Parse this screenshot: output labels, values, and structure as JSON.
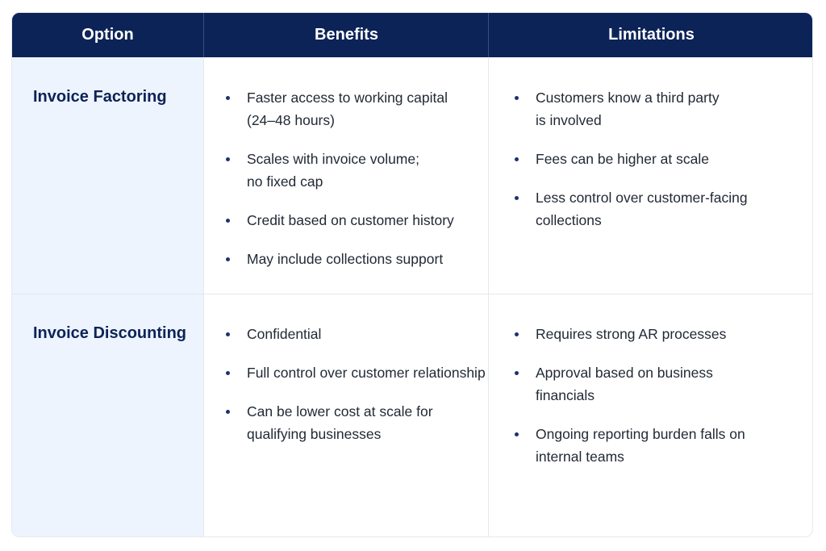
{
  "header": {
    "option_label": "Option",
    "benefits_label": "Benefits",
    "limitations_label": "Limitations"
  },
  "rows": [
    {
      "option": "Invoice Factoring",
      "benefits": [
        [
          "Faster access to working capital",
          "(24–48 hours)"
        ],
        [
          "Scales with invoice volume;",
          "no fixed cap"
        ],
        [
          "Credit based on customer history"
        ],
        [
          "May include collections support"
        ]
      ],
      "limitations": [
        [
          "Customers know a third party",
          "is involved"
        ],
        [
          "Fees can be higher at scale"
        ],
        [
          "Less control over customer-facing",
          "collections"
        ]
      ]
    },
    {
      "option": "Invoice Discounting",
      "benefits": [
        [
          "Confidential"
        ],
        [
          "Full control over customer relationship"
        ],
        [
          "Can be lower cost at scale for",
          "qualifying businesses"
        ]
      ],
      "limitations": [
        [
          "Requires strong AR processes"
        ],
        [
          "Approval based on business",
          "financials"
        ],
        [
          "Ongoing reporting burden falls on",
          "internal teams"
        ]
      ]
    }
  ],
  "colors": {
    "header_bg": "#0c2357",
    "option_col_bg": "#eef4fd",
    "option_text": "#0c2357",
    "bullet": "#1d3270"
  }
}
